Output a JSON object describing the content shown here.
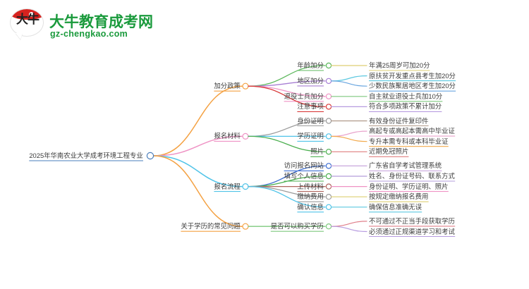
{
  "logo": {
    "mark_text": "大牛",
    "title": "大牛教育成考网",
    "subtitle": "gz-chengkao.com",
    "brand_green": "#1a9a3c",
    "brand_red": "#d6231f"
  },
  "mindmap": {
    "root": {
      "label": "2025年华南农业大学成考环境工程专业",
      "color": "#4a7ebb"
    },
    "branches": [
      {
        "label": "加分政策",
        "color": "#f4a142",
        "node_color": "#f4a142",
        "children": [
          {
            "label": "年龄加分",
            "color": "#5cb85c",
            "node_color": "#5cb85c",
            "details": [
              {
                "label": "年满25周岁可加20分",
                "color": "#ddcf73"
              }
            ]
          },
          {
            "label": "地区加分",
            "color": "#a87fd4",
            "node_color": "#a87fd4",
            "details": [
              {
                "label": "原扶贫开发重点县考生加20分",
                "color": "#5bc8e0"
              },
              {
                "label": "少数民族聚居地区考生加20分",
                "color": "#6aa6e0"
              }
            ]
          },
          {
            "label": "退役士兵加分",
            "color": "#ef92c4",
            "node_color": "#ef92c4",
            "details": [
              {
                "label": "自主就业退役士兵加10分",
                "color": "#7ec97e"
              }
            ]
          },
          {
            "label": "注意事项",
            "color": "#d93b3b",
            "node_color": "#d93b3b",
            "details": [
              {
                "label": "符合多项政策不累计加分",
                "color": "#b79be0"
              }
            ]
          }
        ]
      },
      {
        "label": "报名材料",
        "color": "#ef92c4",
        "node_color": "#ef92c4",
        "children": [
          {
            "label": "身份证明",
            "color": "#9b9b9b",
            "node_color": "#9b9b9b",
            "details": [
              {
                "label": "有效身份证件复印件",
                "color": "#b09a8a"
              }
            ]
          },
          {
            "label": "学历证明",
            "color": "#4fc3e8",
            "node_color": "#4fc3e8",
            "details": [
              {
                "label": "高起专或高起本需高中毕业证",
                "color": "#e9a3cc"
              },
              {
                "label": "专升本需专科或本科毕业证",
                "color": "#f2a94b"
              }
            ]
          },
          {
            "label": "照片",
            "color": "#4caf50",
            "node_color": "#4caf50",
            "details": [
              {
                "label": "近期免冠照片",
                "color": "#e07f7f"
              }
            ]
          }
        ]
      },
      {
        "label": "报名流程",
        "color": "#4fc3e8",
        "node_color": "#4fc3e8",
        "children": [
          {
            "label": "访问报名网站",
            "color": "#3f6fd1",
            "node_color": "#3f6fd1",
            "details": [
              {
                "label": "广东省自学考试管理系统",
                "color": "#c9a8dd"
              }
            ]
          },
          {
            "label": "填写个人信息",
            "color": "#4caf50",
            "node_color": "#4caf50",
            "details": [
              {
                "label": "姓名、身份证号码、联系方式",
                "color": "#b39ddb"
              }
            ]
          },
          {
            "label": "上传材料",
            "color": "#b0655e",
            "node_color": "#b0655e",
            "details": [
              {
                "label": "身份证明、学历证明、照片",
                "color": "#ef92c4"
              }
            ]
          },
          {
            "label": "缴纳费用",
            "color": "#9b9b9b",
            "node_color": "#9b9b9b",
            "details": [
              {
                "label": "按规定缴纳报名费用",
                "color": "#ddcf73"
              }
            ]
          },
          {
            "label": "确认信息",
            "color": "#4fc3e8",
            "node_color": "#4fc3e8",
            "details": [
              {
                "label": "确保信息准确无误",
                "color": "#5bc8e0"
              }
            ]
          }
        ]
      },
      {
        "label": "关于学历的常见问题",
        "color": "#f4a142",
        "node_color": "#f4a142",
        "children": [
          {
            "label": "是否可以购买学历",
            "color": "#7ec97e",
            "node_color": "#7ec97e",
            "details": [
              {
                "label": "不可通过不正当手段获取学历",
                "color": "#e07f8a"
              },
              {
                "label": "必须通过正规渠道学习和考试",
                "color": "#b79be0"
              }
            ]
          }
        ]
      }
    ]
  }
}
